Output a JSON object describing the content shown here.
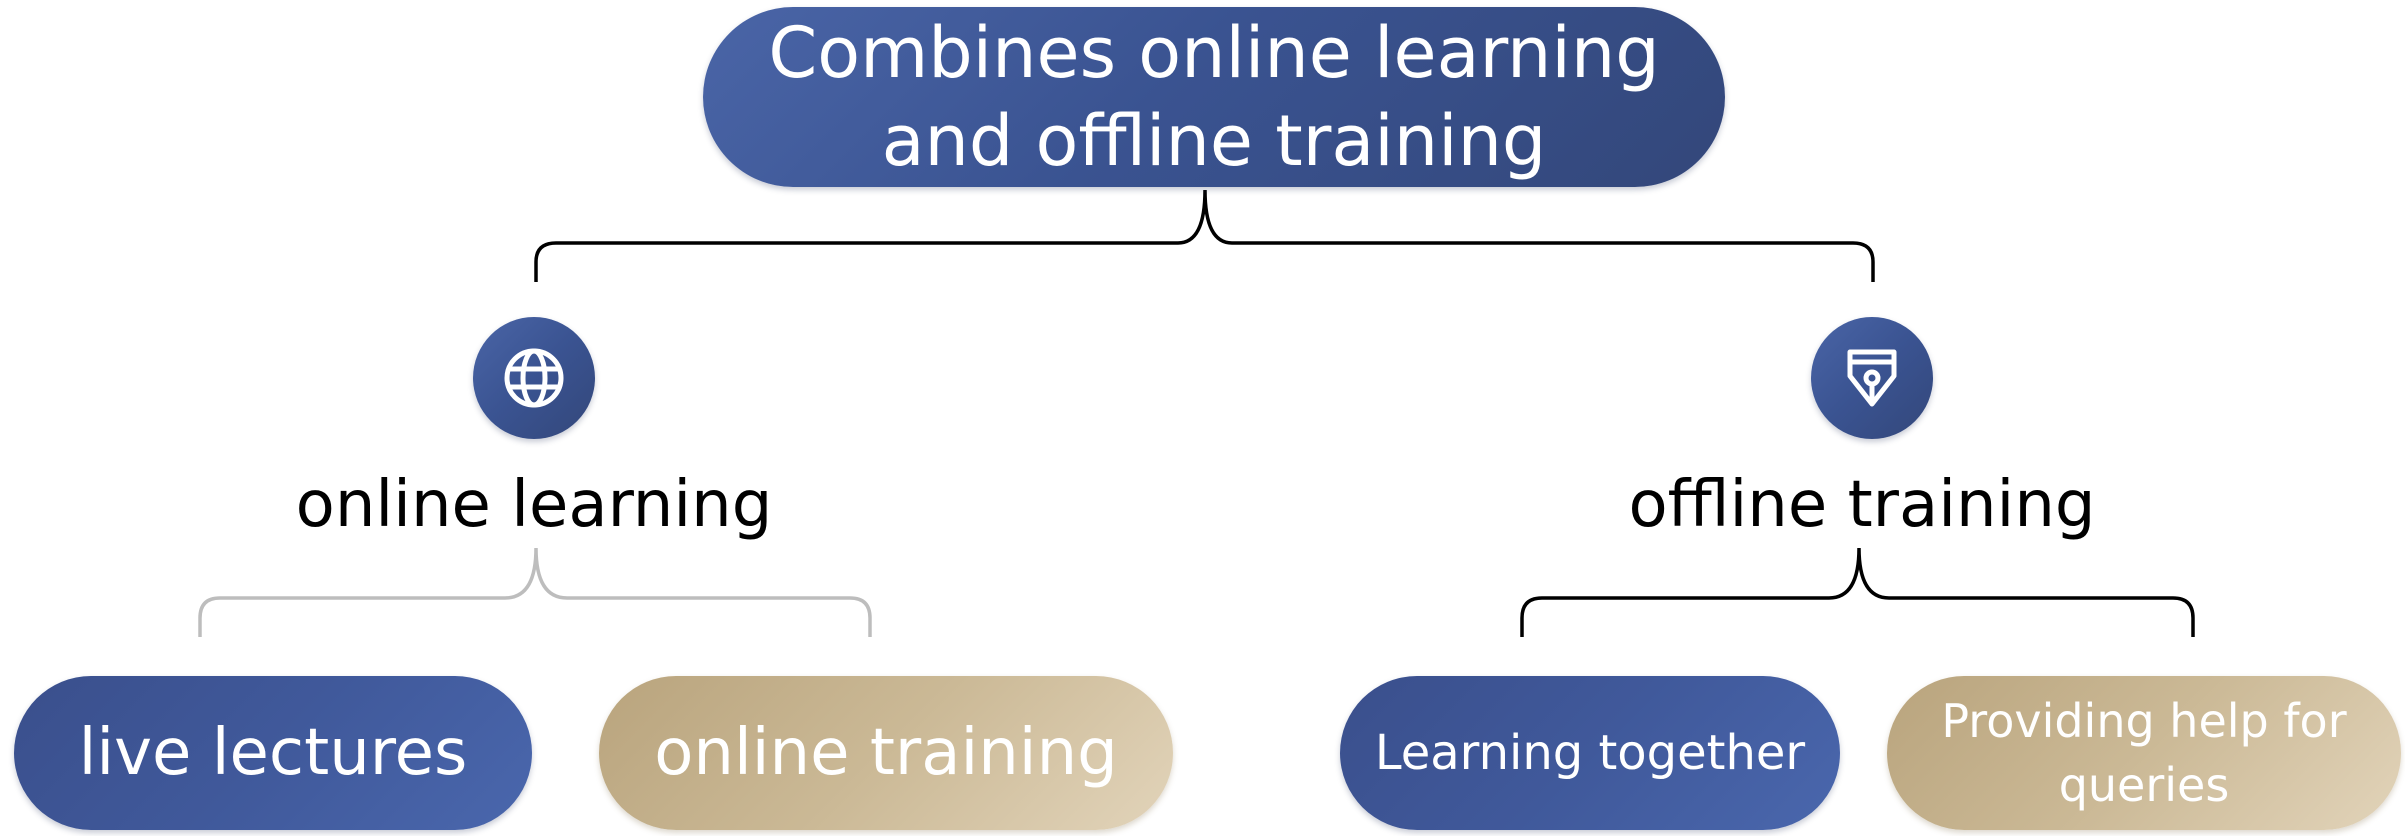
{
  "root": {
    "label_line1": "Combines online learning",
    "label_line2": "and offline training"
  },
  "branches": {
    "online": {
      "label": "online learning",
      "icon": "globe-icon",
      "children": [
        "live lectures",
        "online training"
      ]
    },
    "offline": {
      "label": "offline training",
      "icon": "fountain-pen-icon",
      "children": [
        "Learning together",
        "Providing help for queries"
      ]
    }
  },
  "colors": {
    "blue": "#3d5496",
    "gold": "#c8b48f",
    "connector_dark": "#000000",
    "connector_light": "#bdbdbd"
  }
}
